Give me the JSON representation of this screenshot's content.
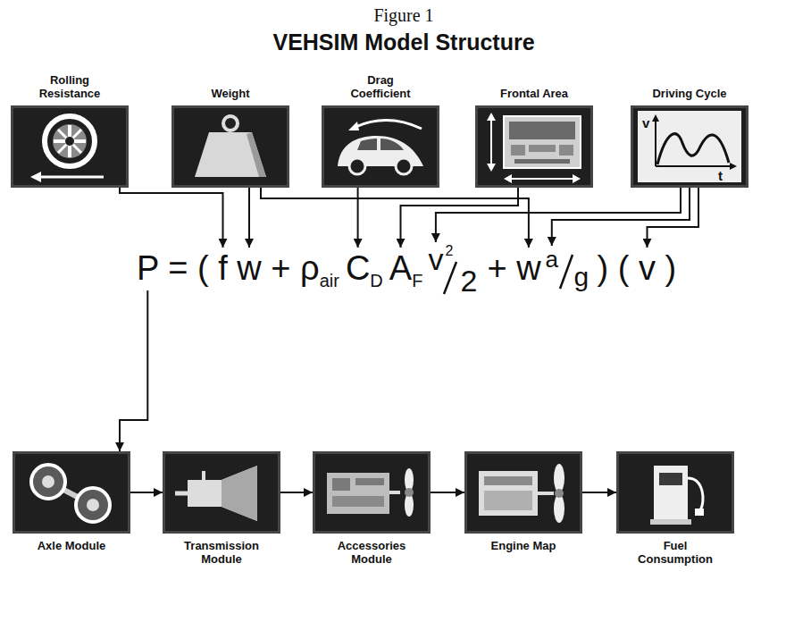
{
  "diagram": {
    "title": "VEHSIM Model Structure",
    "nodes": [
      {
        "text": [
          "Rolling Resistance"
        ]
      },
      {
        "text": [
          "Weight"
        ]
      },
      {
        "text": [
          "Drag Coefficient"
        ]
      },
      {
        "text": [
          "Frontal Area"
        ]
      },
      {
        "text": [
          "Driving Cycle"
        ]
      },
      {
        "text": [
          "Axle Module"
        ]
      },
      {
        "text": [
          "Transmission Module"
        ]
      },
      {
        "text": [
          "Accessories Module"
        ]
      },
      {
        "text": [
          "Engine Map"
        ]
      },
      {
        "text": [
          "Fuel Consumption"
        ]
      }
    ],
    "edges": [
      {
        "from": 5,
        "to": 6,
        "arrow": "to"
      },
      {
        "from": 6,
        "to": 7,
        "arrow": "to"
      },
      {
        "from": 7,
        "to": 8,
        "arrow": "to"
      },
      {
        "from": 8,
        "to": 9,
        "arrow": "to"
      }
    ],
    "labels": [
      "Figure 1",
      "v",
      "t",
      "P = ( f w + ρ",
      "air",
      "C",
      "D",
      "A",
      "F",
      "v",
      "2",
      "2",
      "+ w",
      "a",
      "g",
      ") ( v )"
    ]
  }
}
